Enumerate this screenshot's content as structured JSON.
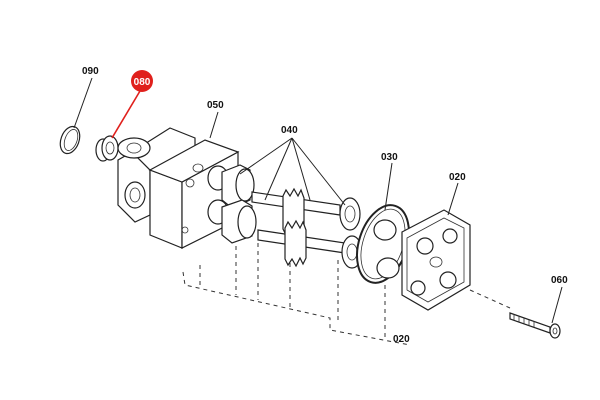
{
  "diagram": {
    "labels": {
      "p090": "090",
      "p080": "080",
      "p050": "050",
      "p040": "040",
      "p030": "030",
      "p020": "020",
      "p020b": "020",
      "p060": "060"
    },
    "highlight_color": "#e0201c"
  }
}
